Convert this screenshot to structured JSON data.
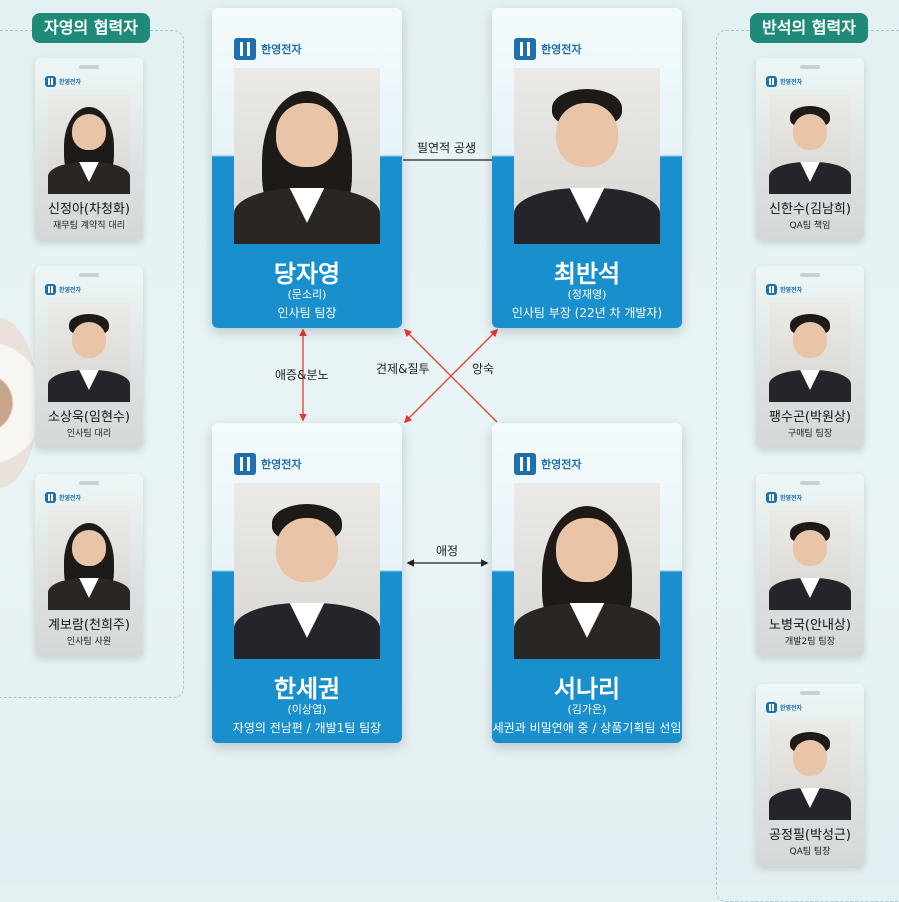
{
  "groups": {
    "left_title": "자영의 협력자",
    "right_title": "반석의 협력자"
  },
  "company_logo_text": "한영전자",
  "main": [
    {
      "name": "당자영",
      "actor": "(문소리)",
      "role": "인사팀 팀장",
      "gender": "f"
    },
    {
      "name": "최반석",
      "actor": "(정재영)",
      "role": "인사팀 부장 (22년 차 개발자)",
      "gender": "m"
    },
    {
      "name": "한세권",
      "actor": "(이상엽)",
      "role": "자영의 전남편 / 개발1팀 팀장",
      "gender": "m"
    },
    {
      "name": "서나리",
      "actor": "(김가은)",
      "role": "세권과 비밀연애 중 / 상품기획팀 선임",
      "gender": "f"
    }
  ],
  "left": [
    {
      "name": "신정아(차청화)",
      "role": "재무팀 계약직 대리",
      "gender": "f"
    },
    {
      "name": "소상욱(임현수)",
      "role": "인사팀 대리",
      "gender": "m"
    },
    {
      "name": "계보람(천희주)",
      "role": "인사팀 사원",
      "gender": "f"
    }
  ],
  "right": [
    {
      "name": "신한수(김남희)",
      "role": "QA팀 책임",
      "gender": "m"
    },
    {
      "name": "팽수곤(박원상)",
      "role": "구매팀 팀장",
      "gender": "m"
    },
    {
      "name": "노병국(안내상)",
      "role": "개발2팀 팀장",
      "gender": "m"
    },
    {
      "name": "공정필(박성근)",
      "role": "QA팀 팀장",
      "gender": "m"
    }
  ],
  "relations": {
    "top": "필연적 공생",
    "left_vertical": "애증&분노",
    "cross_a": "견제&질투",
    "cross_b": "앙숙",
    "bottom": "애정"
  },
  "colors": {
    "accent_teal": "#1f8a78",
    "card_blue": "#1a8fcd",
    "arrow_red": "#e23b32"
  }
}
